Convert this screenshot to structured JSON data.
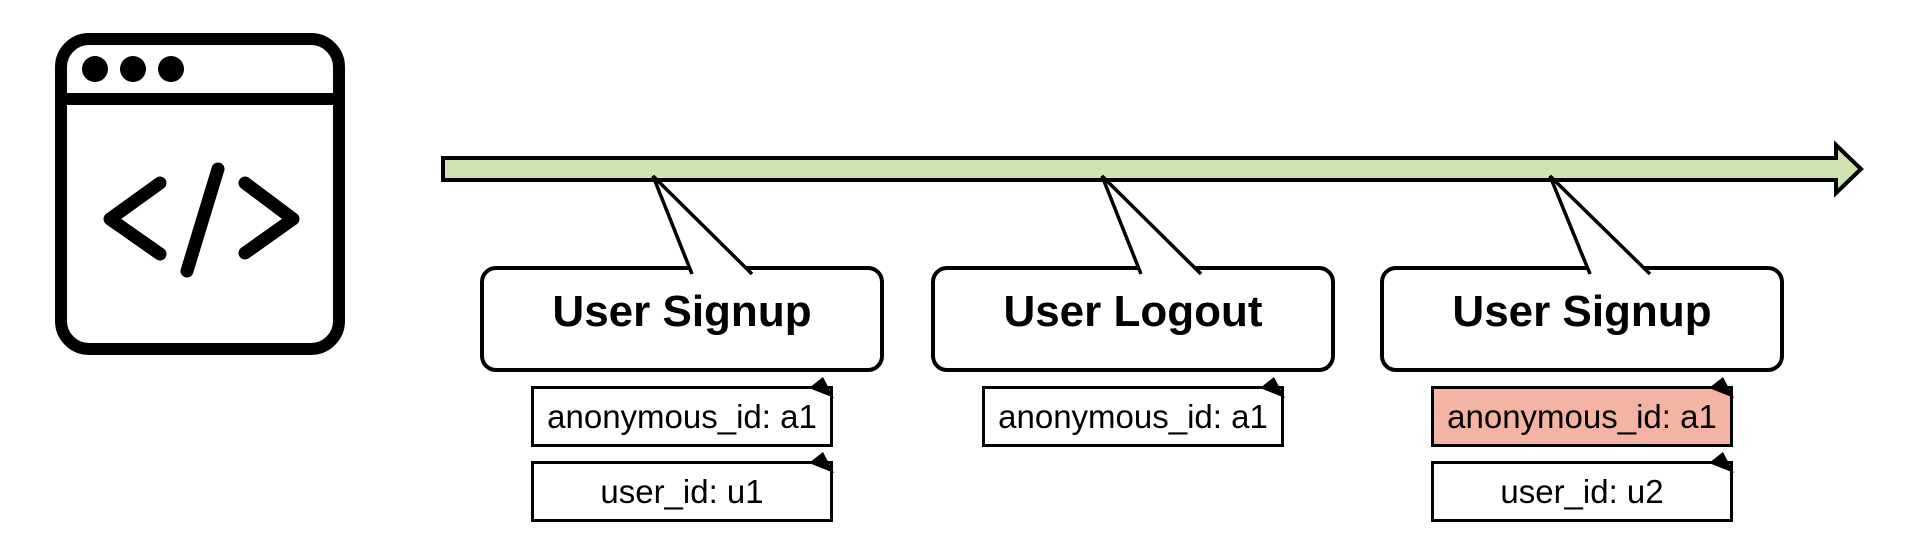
{
  "figure": {
    "title": "identity-resolution-timeline-diagram",
    "browser_icon": {
      "name": "code-browser-icon",
      "glyph": "</>",
      "dots_count": 3
    },
    "timeline": {
      "direction": "right",
      "fill_color": "#cfe3b2",
      "stroke_color": "#000000"
    },
    "events": [
      {
        "title": "User Signup",
        "properties": [
          {
            "text": "anonymous_id: a1",
            "highlight": false
          },
          {
            "text": "user_id: u1",
            "highlight": false
          }
        ]
      },
      {
        "title": "User Logout",
        "properties": [
          {
            "text": "anonymous_id: a1",
            "highlight": false
          }
        ]
      },
      {
        "title": "User Signup",
        "properties": [
          {
            "text": "anonymous_id: a1",
            "highlight": true
          },
          {
            "text": "user_id: u2",
            "highlight": false
          }
        ]
      }
    ],
    "colors": {
      "background": "#ffffff",
      "timeline_green": "#cfe3b2",
      "highlight_salmon": "#f4b3a3",
      "stroke_black": "#000000"
    }
  }
}
